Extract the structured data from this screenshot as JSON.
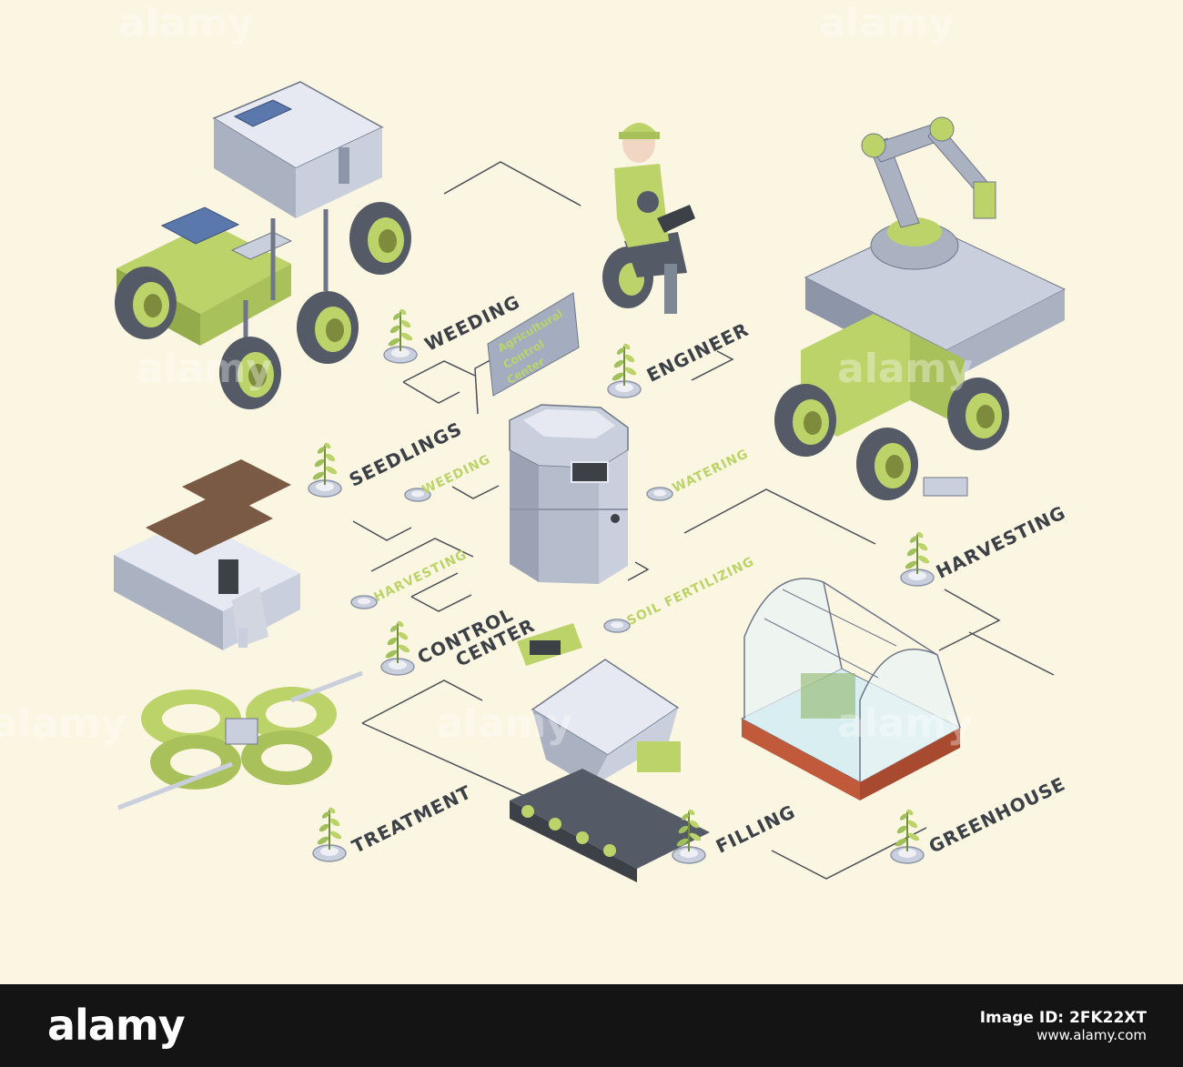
{
  "labels": {
    "weeding": "WEEDING",
    "engineer": "ENGINEER",
    "seedlings": "SEEDLINGS",
    "harvesting": "HARVESTING",
    "control_center": [
      "CONTROL",
      "CENTER"
    ],
    "treatment": "TREATMENT",
    "filling": "FILLING",
    "greenhouse": "GREENHOUSE"
  },
  "control_labels": {
    "weeding": "WEEDING",
    "watering": "WATERING",
    "harvesting": "HARVESTING",
    "soil_fertilizing": "SOIL FERTILIZING"
  },
  "sign": [
    "Agricultural",
    "Control",
    "Center"
  ],
  "watermark": "alamy",
  "footer": {
    "brand": "alamy",
    "id_caption": "Image ID: 2FK22XT",
    "url": "www.alamy.com"
  },
  "colors": {
    "background": "#fbf6e2",
    "accent_green": "#bcd36a",
    "machine_grey": "#c9cfdc",
    "label_dark": "#3c4148"
  }
}
